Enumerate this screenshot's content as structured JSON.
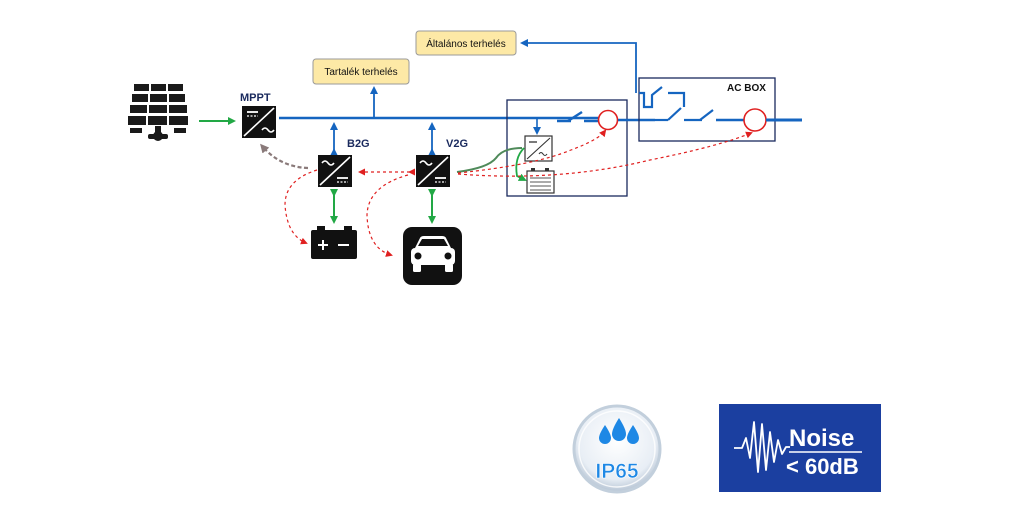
{
  "labels": {
    "mppt": "MPPT",
    "b2g": "B2G",
    "v2g": "V2G",
    "ac_box": "AC BOX",
    "general_load": "Általános terhelés",
    "reserve_load": "Tartalék terhelés"
  },
  "badges": {
    "ip65": "IP65",
    "noise_title": "Noise",
    "noise_value": "< 60dB"
  },
  "colors": {
    "bus_blue": "#1565c0",
    "power_green": "#22a845",
    "signal_red": "#e02020",
    "feedback_gray": "#8a7a7a",
    "load_box_fill": "#fde9a6",
    "noise_badge_bg": "#1b3fa0",
    "ip65_blue": "#1e88e5"
  },
  "icons": [
    "solar-panel-icon",
    "mppt-converter-icon",
    "dc-converter-icon",
    "battery-icon",
    "car-icon",
    "inverter-icon",
    "switch-icon",
    "breaker-icon",
    "water-drop-icon",
    "sound-wave-icon"
  ]
}
